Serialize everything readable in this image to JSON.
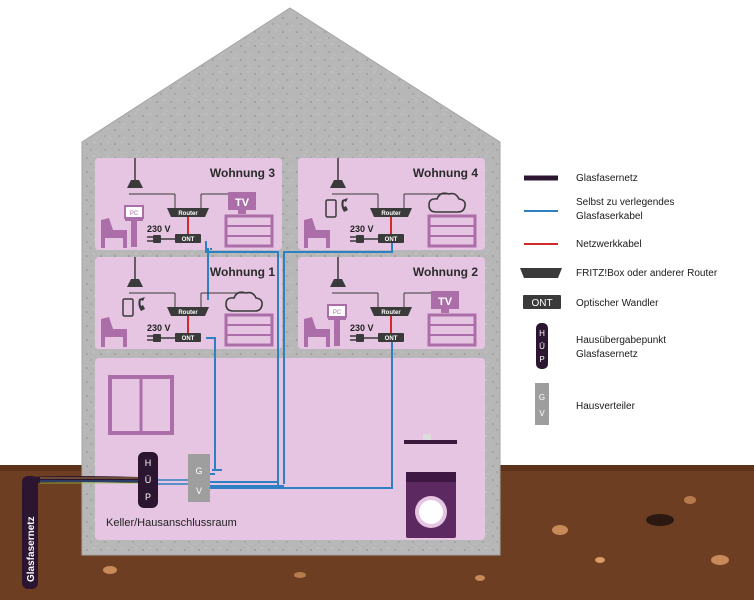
{
  "apartments": {
    "w3": {
      "title": "Wohnung 3",
      "voltage": "230 V"
    },
    "w4": {
      "title": "Wohnung 4",
      "voltage": "230 V"
    },
    "w1": {
      "title": "Wohnung 1",
      "voltage": "230 V"
    },
    "w2": {
      "title": "Wohnung 2",
      "voltage": "230 V"
    }
  },
  "device_labels": {
    "router": "Router",
    "ont": "ONT",
    "pc": "PC",
    "tv": "TV"
  },
  "basement": {
    "title": "Keller/Hausanschlussraum",
    "hup": [
      "H",
      "Ü",
      "P"
    ],
    "gv": [
      "G",
      "V"
    ]
  },
  "ground": {
    "fiber_label": "Glasfasernetz"
  },
  "legend": {
    "fiber": "Glasfasernetz",
    "self_cable_1": "Selbst zu verlegendes",
    "self_cable_2": "Glasfaserkabel",
    "network_cable": "Netzwerkkabel",
    "router": "FRITZ!Box oder anderer Router",
    "ont_badge": "ONT",
    "ont": "Optischer Wandler",
    "hup_badge": [
      "H",
      "Ü",
      "P"
    ],
    "hup_1": "Hausübergabepunkt",
    "hup_2": "Glasfasernetz",
    "gv_badge": [
      "G",
      "V"
    ],
    "gv": "Hausverteiler"
  },
  "colors": {
    "house_wall": "#b5b5b5",
    "room_fill": "#e6c5e3",
    "furniture": "#ac6ea8",
    "fiber_blue": "#2f7fc3",
    "network_red": "#d22a2a",
    "fiber_dark": "#2b1530",
    "ground": "#6e3e22",
    "device_dark": "#3a3a3a"
  }
}
